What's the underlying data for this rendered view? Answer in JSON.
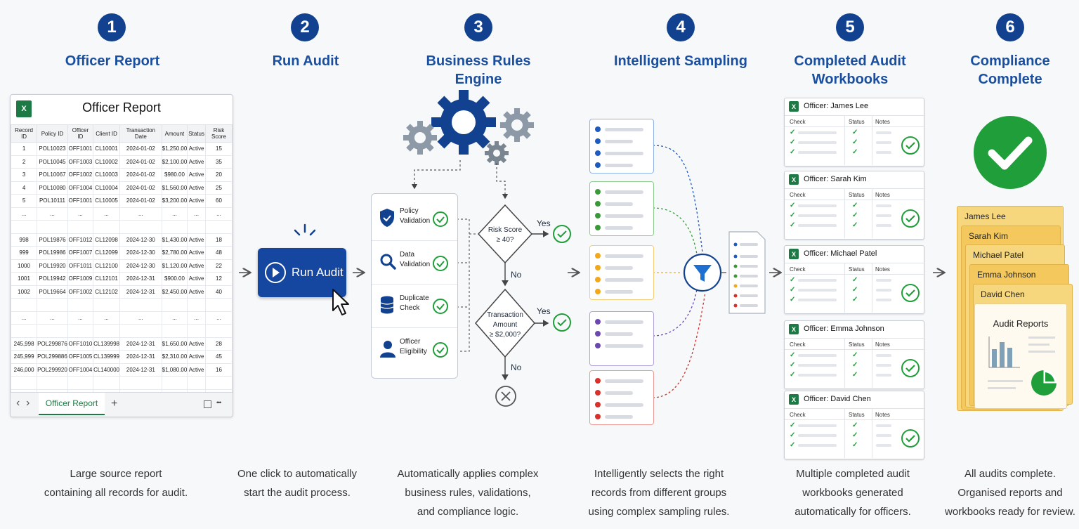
{
  "steps": [
    {
      "num": "1",
      "title": "Officer Report",
      "caption": "Large source report\ncontaining all records for audit."
    },
    {
      "num": "2",
      "title": "Run Audit",
      "caption": "One click to automatically\nstart the audit process."
    },
    {
      "num": "3",
      "title": "Business Rules Engine",
      "caption": "Automatically applies complex\nbusiness rules, validations,\nand compliance logic."
    },
    {
      "num": "4",
      "title": "Intelligent Sampling",
      "caption": "Intelligently selects the right\nrecords from different groups\nusing complex sampling rules."
    },
    {
      "num": "5",
      "title": "Completed Audit\nWorkbooks",
      "caption": "Multiple completed audit\nworkbooks generated\nautomatically for officers."
    },
    {
      "num": "6",
      "title": "Compliance\nComplete",
      "caption": "All audits complete.\nOrganised reports and\nworkbooks ready for review."
    }
  ],
  "report": {
    "title": "Officer Report",
    "excel_badge": "X",
    "columns": [
      "Record ID",
      "Policy ID",
      "Officer ID",
      "Client ID",
      "Transaction Date",
      "Amount",
      "Status",
      "Risk Score"
    ],
    "rows": [
      [
        "1",
        "POL10023",
        "OFF1001",
        "CL10001",
        "2024-01-02",
        "$1,250.00",
        "Active",
        "15"
      ],
      [
        "2",
        "POL10045",
        "OFF1003",
        "CL10002",
        "2024-01-02",
        "$2,100.00",
        "Active",
        "35"
      ],
      [
        "3",
        "POL10067",
        "OFF1002",
        "CL10003",
        "2024-01-02",
        "$980.00",
        "Active",
        "20"
      ],
      [
        "4",
        "POL10080",
        "OFF1004",
        "CL10004",
        "2024-01-02",
        "$1,560.00",
        "Active",
        "25"
      ],
      [
        "5",
        "POL10111",
        "OFF1001",
        "CL10005",
        "2024-01-02",
        "$3,200.00",
        "Active",
        "60"
      ],
      [
        "...",
        "...",
        "...",
        "...",
        "...",
        "...",
        "...",
        "..."
      ],
      [
        "",
        "",
        "",
        "",
        "",
        "",
        "",
        ""
      ],
      [
        "998",
        "POL19876",
        "OFF1012",
        "CL12098",
        "2024-12-30",
        "$1,430.00",
        "Active",
        "18"
      ],
      [
        "999",
        "POL19986",
        "OFF1007",
        "CL12099",
        "2024-12-30",
        "$2,780.00",
        "Active",
        "48"
      ],
      [
        "1000",
        "POL19920",
        "OFF1011",
        "CL12100",
        "2024-12-30",
        "$1,120.00",
        "Active",
        "22"
      ],
      [
        "1001",
        "POL19942",
        "OFF1009",
        "CL12101",
        "2024-12-31",
        "$900.00",
        "Active",
        "12"
      ],
      [
        "1002",
        "POL19664",
        "OFF1002",
        "CL12102",
        "2024-12-31",
        "$2,450.00",
        "Active",
        "40"
      ],
      [
        "",
        "",
        "",
        "",
        "",
        "",
        "",
        ""
      ],
      [
        "...",
        "...",
        "...",
        "...",
        "...",
        "...",
        "...",
        "..."
      ],
      [
        "",
        "",
        "",
        "",
        "",
        "",
        "",
        ""
      ],
      [
        "245,998",
        "POL299876",
        "OFF1010",
        "CL139998",
        "2024-12-31",
        "$1,650.00",
        "Active",
        "28"
      ],
      [
        "245,999",
        "POL299886",
        "OFF1005",
        "CL139999",
        "2024-12-31",
        "$2,310.00",
        "Active",
        "45"
      ],
      [
        "246,000",
        "POL299920",
        "OFF1004",
        "CL140000",
        "2024-12-31",
        "$1,080.00",
        "Active",
        "16"
      ],
      [
        "",
        "",
        "",
        "",
        "",
        "",
        "",
        ""
      ],
      [
        "",
        "",
        "",
        "",
        "",
        "",
        "",
        ""
      ]
    ],
    "tab_label": "Officer Report",
    "nav_prev": "‹",
    "nav_next": "›",
    "add_tab": "+",
    "more": "•••"
  },
  "run_audit": {
    "label": "Run Audit"
  },
  "rules": [
    {
      "label": "Policy\nValidation",
      "icon": "shield-icon"
    },
    {
      "label": "Data\nValidation",
      "icon": "magnifier-icon"
    },
    {
      "label": "Duplicate\nCheck",
      "icon": "database-icon"
    },
    {
      "label": "Officer\nEligibility",
      "icon": "person-icon"
    }
  ],
  "decision": {
    "q1": "Risk Score\n≥ 40?",
    "q2": "Transaction\nAmount\n≥ $2,000?",
    "yes": "Yes",
    "no": "No"
  },
  "sampling": {
    "groups": [
      {
        "color": "#1f5bbf",
        "border": "#8fb3e8"
      },
      {
        "color": "#3a9a3a",
        "border": "#8fcc8f"
      },
      {
        "color": "#f1a81b",
        "border": "#f3cf7a"
      },
      {
        "color": "#6a48b0",
        "border": "#b3a1da"
      },
      {
        "color": "#d8302b",
        "border": "#ec9a96"
      }
    ]
  },
  "workbooks": {
    "columns": [
      "Check",
      "Status",
      "Notes"
    ],
    "officers": [
      "Officer: James Lee",
      "Officer: Sarah Kim",
      "Officer: Michael Patel",
      "Officer: Emma Johnson",
      "Officer: David Chen"
    ]
  },
  "compliance": {
    "folders": [
      "James Lee",
      "Sarah Kim",
      "Michael Patel",
      "Emma Johnson",
      "David Chen"
    ],
    "report_title": "Audit Reports"
  },
  "colors": {
    "brand": "#12428f",
    "accent": "#1a4fa0",
    "success": "#1f9e3a",
    "excel": "#1e7a45"
  }
}
